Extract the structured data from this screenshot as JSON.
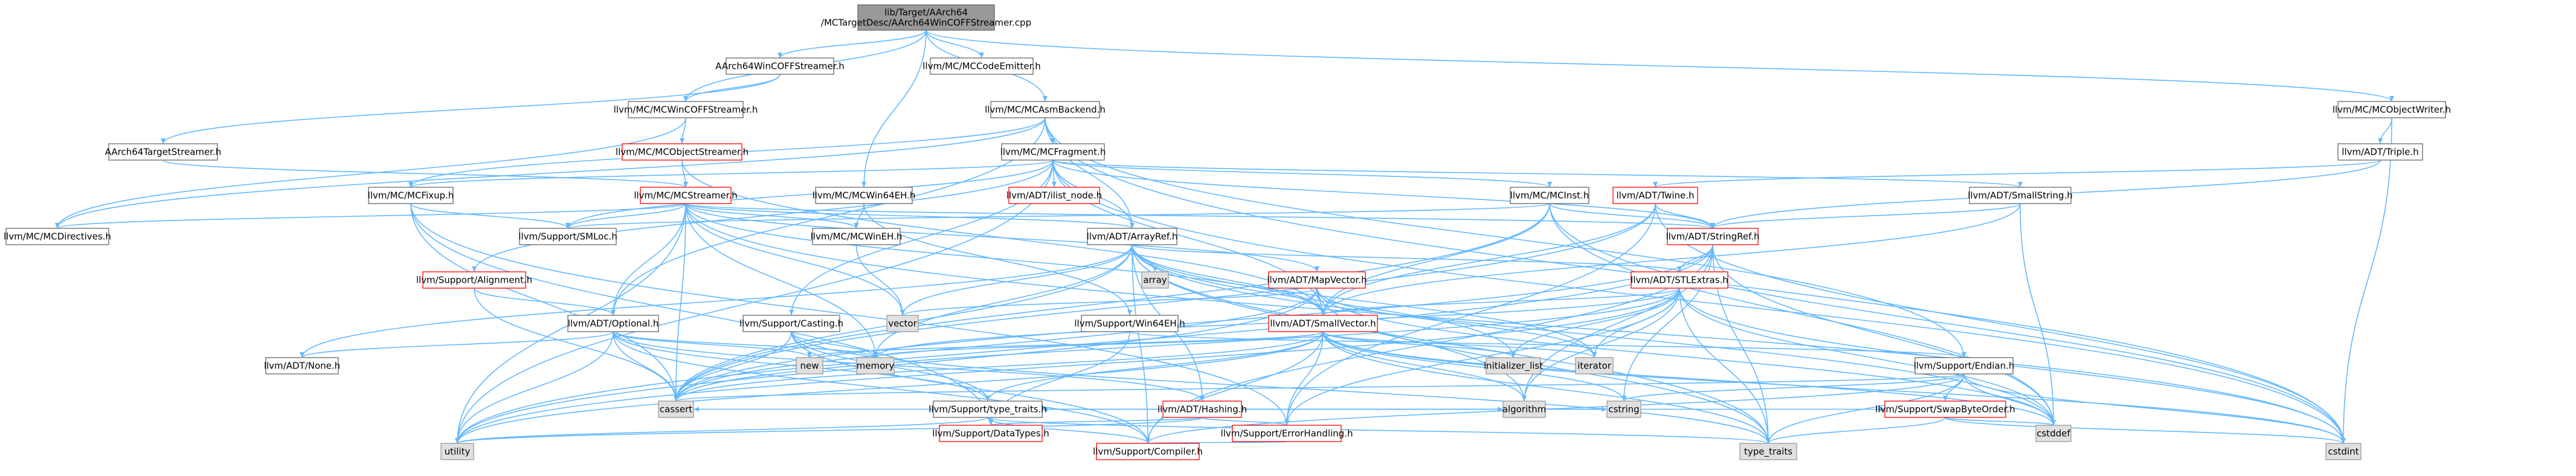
{
  "colors": {
    "edge": "#63b8ff",
    "root_fill": "#999999",
    "normal_fill": "#ffffff",
    "normal_border": "#666666",
    "truncated_border": "#ff0000",
    "system_fill": "#e0e0e0",
    "system_border": "#999999",
    "text": "#000000"
  },
  "nodes": [
    {
      "id": "root",
      "lines": [
        "lib/Target/AArch64",
        "/MCTargetDesc/AArch64WinCOFFStreamer.cpp"
      ],
      "kind": "root"
    },
    {
      "id": "aarch64wincoffstreamer",
      "lines": [
        "AArch64WinCOFFStreamer.h"
      ],
      "kind": "normal"
    },
    {
      "id": "mccodeemitter",
      "lines": [
        "llvm/MC/MCCodeEmitter.h"
      ],
      "kind": "normal"
    },
    {
      "id": "mcasmbackend",
      "lines": [
        "llvm/MC/MCAsmBackend.h"
      ],
      "kind": "normal"
    },
    {
      "id": "mcobjectwriter",
      "lines": [
        "llvm/MC/MCObjectWriter.h"
      ],
      "kind": "normal"
    },
    {
      "id": "mcwincoffstreamer",
      "lines": [
        "llvm/MC/MCWinCOFFStreamer.h"
      ],
      "kind": "normal"
    },
    {
      "id": "aarch64targetstreamer",
      "lines": [
        "AArch64TargetStreamer.h"
      ],
      "kind": "normal"
    },
    {
      "id": "mcobjectstreamer",
      "lines": [
        "llvm/MC/MCObjectStreamer.h"
      ],
      "kind": "truncated"
    },
    {
      "id": "mcfragment",
      "lines": [
        "llvm/MC/MCFragment.h"
      ],
      "kind": "normal"
    },
    {
      "id": "adttriple",
      "lines": [
        "llvm/ADT/Triple.h"
      ],
      "kind": "normal"
    },
    {
      "id": "mcfixup",
      "lines": [
        "llvm/MC/MCFixup.h"
      ],
      "kind": "normal"
    },
    {
      "id": "mcstreamer",
      "lines": [
        "llvm/MC/MCStreamer.h"
      ],
      "kind": "truncated"
    },
    {
      "id": "mcwin64eh",
      "lines": [
        "llvm/MC/MCWin64EH.h"
      ],
      "kind": "normal"
    },
    {
      "id": "ilistnode",
      "lines": [
        "llvm/ADT/ilist_node.h"
      ],
      "kind": "truncated"
    },
    {
      "id": "mcinst",
      "lines": [
        "llvm/MC/MCInst.h"
      ],
      "kind": "normal"
    },
    {
      "id": "adttwine",
      "lines": [
        "llvm/ADT/Twine.h"
      ],
      "kind": "truncated"
    },
    {
      "id": "adtsmallstring",
      "lines": [
        "llvm/ADT/SmallString.h"
      ],
      "kind": "normal"
    },
    {
      "id": "mcdirectives",
      "lines": [
        "llvm/MC/MCDirectives.h"
      ],
      "kind": "normal"
    },
    {
      "id": "smloc",
      "lines": [
        "llvm/Support/SMLoc.h"
      ],
      "kind": "normal"
    },
    {
      "id": "mcwineh",
      "lines": [
        "llvm/MC/MCWinEH.h"
      ],
      "kind": "normal"
    },
    {
      "id": "arrayref",
      "lines": [
        "llvm/ADT/ArrayRef.h"
      ],
      "kind": "normal"
    },
    {
      "id": "stringref",
      "lines": [
        "llvm/ADT/StringRef.h"
      ],
      "kind": "truncated"
    },
    {
      "id": "alignment",
      "lines": [
        "llvm/Support/Alignment.h"
      ],
      "kind": "truncated"
    },
    {
      "id": "array",
      "lines": [
        "array"
      ],
      "kind": "system"
    },
    {
      "id": "mapvector",
      "lines": [
        "llvm/ADT/MapVector.h"
      ],
      "kind": "truncated"
    },
    {
      "id": "stlextras",
      "lines": [
        "llvm/ADT/STLExtras.h"
      ],
      "kind": "truncated"
    },
    {
      "id": "optional",
      "lines": [
        "llvm/ADT/Optional.h"
      ],
      "kind": "normal"
    },
    {
      "id": "casting",
      "lines": [
        "llvm/Support/Casting.h"
      ],
      "kind": "normal"
    },
    {
      "id": "vector",
      "lines": [
        "vector"
      ],
      "kind": "system"
    },
    {
      "id": "win64eh",
      "lines": [
        "llvm/Support/Win64EH.h"
      ],
      "kind": "normal"
    },
    {
      "id": "smallvector",
      "lines": [
        "llvm/ADT/SmallVector.h"
      ],
      "kind": "truncated"
    },
    {
      "id": "adtnone",
      "lines": [
        "llvm/ADT/None.h"
      ],
      "kind": "normal"
    },
    {
      "id": "new",
      "lines": [
        "new"
      ],
      "kind": "system"
    },
    {
      "id": "memory",
      "lines": [
        "memory"
      ],
      "kind": "system"
    },
    {
      "id": "initlist",
      "lines": [
        "initializer_list"
      ],
      "kind": "system"
    },
    {
      "id": "iterator",
      "lines": [
        "iterator"
      ],
      "kind": "system"
    },
    {
      "id": "endian",
      "lines": [
        "llvm/Support/Endian.h"
      ],
      "kind": "normal"
    },
    {
      "id": "hashing",
      "lines": [
        "llvm/ADT/Hashing.h"
      ],
      "kind": "truncated"
    },
    {
      "id": "cassert",
      "lines": [
        "cassert"
      ],
      "kind": "system"
    },
    {
      "id": "algorithm",
      "lines": [
        "algorithm"
      ],
      "kind": "system"
    },
    {
      "id": "cstring",
      "lines": [
        "cstring"
      ],
      "kind": "system"
    },
    {
      "id": "typetraits",
      "lines": [
        "llvm/Support/type_traits.h"
      ],
      "kind": "normal"
    },
    {
      "id": "datatypes",
      "lines": [
        "llvm/Support/DataTypes.h"
      ],
      "kind": "truncated"
    },
    {
      "id": "errorhandling",
      "lines": [
        "llvm/Support/ErrorHandling.h"
      ],
      "kind": "truncated"
    },
    {
      "id": "swapbyteorder",
      "lines": [
        "llvm/Support/SwapByteOrder.h"
      ],
      "kind": "truncated"
    },
    {
      "id": "utility",
      "lines": [
        "utility"
      ],
      "kind": "system"
    },
    {
      "id": "compiler",
      "lines": [
        "llvm/Support/Compiler.h"
      ],
      "kind": "truncated"
    },
    {
      "id": "type_traits",
      "lines": [
        "type_traits"
      ],
      "kind": "system"
    },
    {
      "id": "cstddef",
      "lines": [
        "cstddef"
      ],
      "kind": "system"
    },
    {
      "id": "cstdint",
      "lines": [
        "cstdint"
      ],
      "kind": "system"
    }
  ],
  "edges": [
    [
      "root",
      "aarch64wincoffstreamer"
    ],
    [
      "root",
      "mccodeemitter"
    ],
    [
      "root",
      "mcasmbackend"
    ],
    [
      "root",
      "mcobjectwriter"
    ],
    [
      "root",
      "mcwincoffstreamer"
    ],
    [
      "root",
      "mcwin64eh"
    ],
    [
      "aarch64wincoffstreamer",
      "aarch64targetstreamer"
    ],
    [
      "aarch64wincoffstreamer",
      "mcwincoffstreamer"
    ],
    [
      "mcwincoffstreamer",
      "mcdirectives"
    ],
    [
      "mcwincoffstreamer",
      "mcobjectstreamer"
    ],
    [
      "aarch64targetstreamer",
      "mcstreamer"
    ],
    [
      "mcobjectstreamer",
      "mcstreamer"
    ],
    [
      "mcobjectstreamer",
      "smallvector"
    ],
    [
      "mcasmbackend",
      "arrayref"
    ],
    [
      "mcasmbackend",
      "mcdirectives"
    ],
    [
      "mcasmbackend",
      "mcfixup"
    ],
    [
      "mcasmbackend",
      "mcfragment"
    ],
    [
      "mcasmbackend",
      "endian"
    ],
    [
      "mcasmbackend",
      "cstdint"
    ],
    [
      "mcasmbackend",
      "optional"
    ],
    [
      "mcobjectwriter",
      "adttriple"
    ],
    [
      "mcobjectwriter",
      "cstdint"
    ],
    [
      "adttriple",
      "stringref"
    ],
    [
      "adttriple",
      "adttwine"
    ],
    [
      "mcfragment",
      "arrayref"
    ],
    [
      "mcfragment",
      "adtsmallstring"
    ],
    [
      "mcfragment",
      "smallvector"
    ],
    [
      "mcfragment",
      "stringref"
    ],
    [
      "mcfragment",
      "ilistnode"
    ],
    [
      "mcfragment",
      "mcfixup"
    ],
    [
      "mcfragment",
      "mcinst"
    ],
    [
      "mcfragment",
      "alignment"
    ],
    [
      "mcfragment",
      "casting"
    ],
    [
      "mcfragment",
      "smloc"
    ],
    [
      "mcfragment",
      "cstdint"
    ],
    [
      "mcfragment",
      "utility"
    ],
    [
      "mcfixup",
      "datatypes"
    ],
    [
      "mcfixup",
      "errorhandling"
    ],
    [
      "mcfixup",
      "smloc"
    ],
    [
      "mcfixup",
      "cassert"
    ],
    [
      "mcstreamer",
      "arrayref"
    ],
    [
      "mcstreamer",
      "mapvector"
    ],
    [
      "mcstreamer",
      "optional"
    ],
    [
      "mcstreamer",
      "smallvector"
    ],
    [
      "mcstreamer",
      "stringref"
    ],
    [
      "mcstreamer",
      "mcdirectives"
    ],
    [
      "mcstreamer",
      "mcwineh"
    ],
    [
      "mcstreamer",
      "smloc"
    ],
    [
      "mcstreamer",
      "cassert"
    ],
    [
      "mcstreamer",
      "cstdint"
    ],
    [
      "mcstreamer",
      "memory"
    ],
    [
      "mcstreamer",
      "string"
    ],
    [
      "mcstreamer",
      "utility"
    ],
    [
      "mcstreamer",
      "vector"
    ],
    [
      "mcwin64eh",
      "mcwineh"
    ],
    [
      "mcwin64eh",
      "win64eh"
    ],
    [
      "mcwineh",
      "vector"
    ],
    [
      "mcinst",
      "smallvector"
    ],
    [
      "mcinst",
      "stringref"
    ],
    [
      "mcinst",
      "smloc"
    ],
    [
      "mcinst",
      "cassert"
    ],
    [
      "mcinst",
      "cstddef"
    ],
    [
      "mcinst",
      "cstdint"
    ],
    [
      "adttwine",
      "smallvector"
    ],
    [
      "adttwine",
      "stringref"
    ],
    [
      "adttwine",
      "errorhandling"
    ],
    [
      "adttwine",
      "cassert"
    ],
    [
      "adttwine",
      "cstdint"
    ],
    [
      "adtsmallstring",
      "smallvector"
    ],
    [
      "adtsmallstring",
      "stringref"
    ],
    [
      "adtsmallstring",
      "cstddef"
    ],
    [
      "arrayref",
      "hashing"
    ],
    [
      "arrayref",
      "none"
    ],
    [
      "arrayref",
      "smallvector"
    ],
    [
      "arrayref",
      "stlextras"
    ],
    [
      "arrayref",
      "compiler"
    ],
    [
      "arrayref",
      "algorithm"
    ],
    [
      "arrayref",
      "array"
    ],
    [
      "arrayref",
      "cassert"
    ],
    [
      "arrayref",
      "cstddef"
    ],
    [
      "arrayref",
      "initlist"
    ],
    [
      "arrayref",
      "iterator"
    ],
    [
      "arrayref",
      "memory"
    ],
    [
      "arrayref",
      "type_traits"
    ],
    [
      "arrayref",
      "vector"
    ],
    [
      "arrayref",
      "adtnone"
    ],
    [
      "stringref",
      "stlextras"
    ],
    [
      "stringref",
      "compiler"
    ],
    [
      "stringref",
      "algorithm"
    ],
    [
      "stringref",
      "cassert"
    ],
    [
      "stringref",
      "cstddef"
    ],
    [
      "stringref",
      "cstring"
    ],
    [
      "stringref",
      "type_traits"
    ],
    [
      "stringref",
      "utility"
    ],
    [
      "alignment",
      "optional"
    ],
    [
      "alignment",
      "cassert"
    ],
    [
      "mapvector",
      "smallvector"
    ],
    [
      "mapvector",
      "cassert"
    ],
    [
      "mapvector",
      "cstddef"
    ],
    [
      "mapvector",
      "iterator"
    ],
    [
      "mapvector",
      "type_traits"
    ],
    [
      "mapvector",
      "utility"
    ],
    [
      "mapvector",
      "vector"
    ],
    [
      "stlextras",
      "smallvector"
    ],
    [
      "stlextras",
      "errorhandling"
    ],
    [
      "stlextras",
      "algorithm"
    ],
    [
      "stlextras",
      "cassert"
    ],
    [
      "stlextras",
      "cstddef"
    ],
    [
      "stlextras",
      "cstdint"
    ],
    [
      "stlextras",
      "initlist"
    ],
    [
      "stlextras",
      "iterator"
    ],
    [
      "stlextras",
      "memory"
    ],
    [
      "stlextras",
      "type_traits"
    ],
    [
      "stlextras",
      "utility"
    ],
    [
      "optional",
      "hashing"
    ],
    [
      "optional",
      "adtnone"
    ],
    [
      "optional",
      "compiler"
    ],
    [
      "optional",
      "typetraits"
    ],
    [
      "optional",
      "cassert"
    ],
    [
      "optional",
      "new"
    ],
    [
      "optional",
      "utility"
    ],
    [
      "optional",
      "memory"
    ],
    [
      "casting",
      "compiler"
    ],
    [
      "casting",
      "typetraits"
    ],
    [
      "casting",
      "cassert"
    ],
    [
      "casting",
      "memory"
    ],
    [
      "casting",
      "type_traits"
    ],
    [
      "win64eh",
      "datatypes"
    ],
    [
      "win64eh",
      "endian"
    ],
    [
      "smallvector",
      "compiler"
    ],
    [
      "smallvector",
      "typetraits"
    ],
    [
      "smallvector",
      "algorithm"
    ],
    [
      "smallvector",
      "cassert"
    ],
    [
      "smallvector",
      "cstddef"
    ],
    [
      "smallvector",
      "cstdint"
    ],
    [
      "smallvector",
      "cstring"
    ],
    [
      "smallvector",
      "initlist"
    ],
    [
      "smallvector",
      "iterator"
    ],
    [
      "smallvector",
      "memory"
    ],
    [
      "smallvector",
      "new"
    ],
    [
      "smallvector",
      "type_traits"
    ],
    [
      "smallvector",
      "utility"
    ],
    [
      "smallvector",
      "errorhandling"
    ],
    [
      "endian",
      "compiler"
    ],
    [
      "endian",
      "swapbyteorder"
    ],
    [
      "endian",
      "cassert"
    ],
    [
      "endian",
      "cstddef"
    ],
    [
      "endian",
      "cstdint"
    ],
    [
      "endian",
      "cstring"
    ],
    [
      "endian",
      "type_traits"
    ],
    [
      "hashing",
      "datatypes"
    ],
    [
      "hashing",
      "errorhandling"
    ],
    [
      "hashing",
      "swapbyteorder"
    ],
    [
      "hashing",
      "typetraits"
    ],
    [
      "hashing",
      "algorithm"
    ],
    [
      "hashing",
      "cassert"
    ],
    [
      "hashing",
      "cstring"
    ],
    [
      "hashing",
      "utility"
    ],
    [
      "typetraits",
      "compiler"
    ],
    [
      "typetraits",
      "type_traits"
    ],
    [
      "typetraits",
      "utility"
    ],
    [
      "errorhandling",
      "compiler"
    ],
    [
      "swapbyteorder",
      "cstddef"
    ],
    [
      "swapbyteorder",
      "cstdint"
    ],
    [
      "swapbyteorder",
      "type_traits"
    ]
  ]
}
